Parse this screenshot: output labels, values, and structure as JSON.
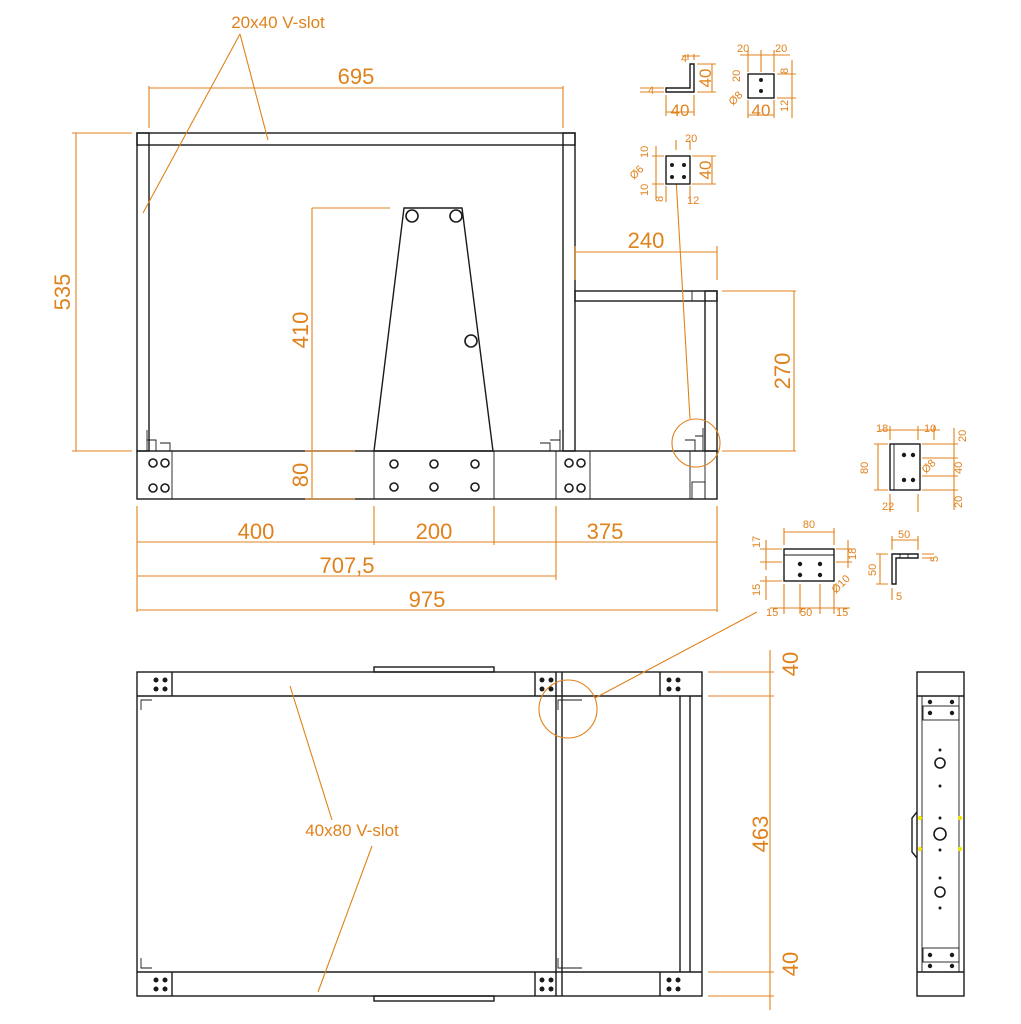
{
  "labels": {
    "v20x40": "20x40 V-slot",
    "v40x80": "40x80 V-slot"
  },
  "dims": {
    "w695": "695",
    "h535": "535",
    "h410": "410",
    "h80": "80",
    "w240": "240",
    "h270": "270",
    "w400": "400",
    "w200": "200",
    "w375": "375",
    "w707": "707,5",
    "w975": "975",
    "h40a": "40",
    "h463": "463",
    "h40b": "40"
  },
  "bracket_a": {
    "d4a": "4",
    "d4b": "4",
    "d40w": "40",
    "d40h": "40"
  },
  "bracket_b": {
    "d20a": "20",
    "d20b": "20",
    "d20c": "20",
    "d8a": "8",
    "d8b": "Ø8",
    "d40": "40",
    "d12": "12"
  },
  "bracket_c": {
    "d10a": "10",
    "d20": "20",
    "d6": "Ø6",
    "d40": "40",
    "d10b": "10",
    "d8": "8",
    "d12": "12"
  },
  "bracket_d": {
    "d18": "18",
    "d10": "10",
    "d20a": "20",
    "d80": "80",
    "d8": "Ø8",
    "d40": "40",
    "d22": "22",
    "d20b": "20"
  },
  "bracket_e": {
    "d80": "80",
    "d17": "17",
    "d18": "18",
    "d15a": "15",
    "d10": "Ø10",
    "d15b": "15",
    "d50": "50",
    "d15c": "15"
  },
  "bracket_f": {
    "d50a": "50",
    "d50b": "50",
    "d5a": "5",
    "d5b": "5"
  },
  "colors": {
    "dimension": "#e0821c",
    "line": "#1a1a1a",
    "highlight": "#f5e400"
  }
}
